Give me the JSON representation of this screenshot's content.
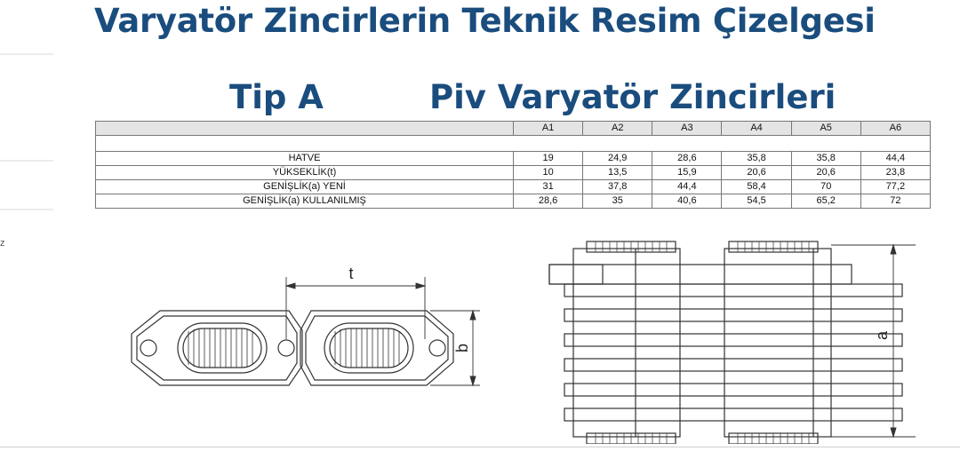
{
  "title": "Varyatör Zincirlerin Teknik Resim Çizelgesi",
  "subtitle_left": "Tip A",
  "subtitle_right": "Piv Varyatör Zincirleri",
  "stray_char": "z",
  "table": {
    "columns": [
      "A1",
      "A2",
      "A3",
      "A4",
      "A5",
      "A6"
    ],
    "rows": [
      {
        "label": "HATVE",
        "values": [
          "19",
          "24,9",
          "28,6",
          "35,8",
          "35,8",
          "44,4"
        ]
      },
      {
        "label": "YÜKSEKLİK(t)",
        "values": [
          "10",
          "13,5",
          "15,9",
          "20,6",
          "20,6",
          "23,8"
        ]
      },
      {
        "label": "GENİŞLİK(a) YENİ",
        "values": [
          "31",
          "37,8",
          "44,4",
          "58,4",
          "70",
          "77,2"
        ]
      },
      {
        "label": "GENİŞLİK(a) KULLANILMIŞ",
        "values": [
          "28,6",
          "35",
          "40,6",
          "54,5",
          "65,2",
          "72"
        ]
      }
    ]
  },
  "drawing_labels": {
    "t": "t",
    "b": "b",
    "a": "a"
  }
}
